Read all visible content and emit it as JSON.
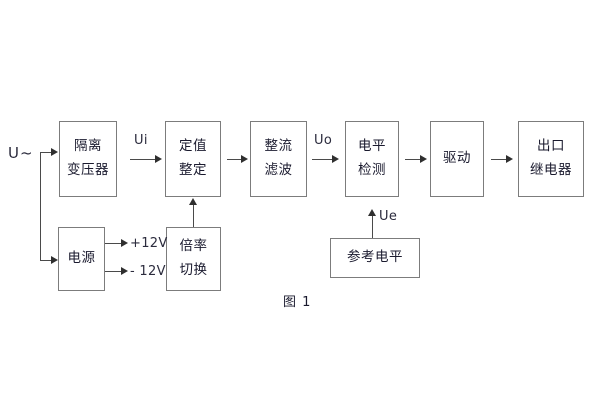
{
  "figure": {
    "caption": "图 1",
    "input_label": "U~"
  },
  "blocks": [
    {
      "id": "isolation-transformer",
      "lines": [
        "隔离",
        "变压器"
      ]
    },
    {
      "id": "setting-value",
      "lines": [
        "定值",
        "整定"
      ]
    },
    {
      "id": "rectify-filter",
      "lines": [
        "整流",
        "滤波"
      ]
    },
    {
      "id": "level-detect",
      "lines": [
        "电平",
        "检测"
      ]
    },
    {
      "id": "drive",
      "lines": [
        "驱动"
      ]
    },
    {
      "id": "output-relay",
      "lines": [
        "出口",
        "继电器"
      ]
    },
    {
      "id": "power-supply",
      "lines": [
        "电源"
      ]
    },
    {
      "id": "ratio-switch",
      "lines": [
        "倍率",
        "切换"
      ]
    },
    {
      "id": "reference-level",
      "lines": [
        "参考电平"
      ]
    }
  ],
  "signals": {
    "ui": "Ui",
    "uo": "Uo",
    "ue": "Ue",
    "pos12v": "+12V",
    "neg12v": "- 12V"
  },
  "colors": {
    "box_border": "#7c7c7c",
    "line": "#4a4a4a",
    "text": "#1a1a2e",
    "background": "#ffffff"
  }
}
